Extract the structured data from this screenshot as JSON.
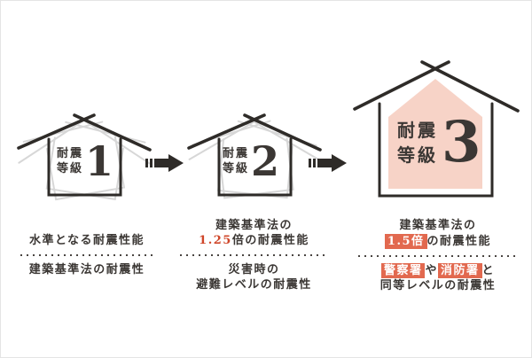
{
  "title": "seismic resistance grade comparison infographic",
  "colors": {
    "accent_salmon": "#e2694f",
    "house_fill_pink": "#f7d3c7",
    "red_number": "#cf4528",
    "outline_black": "#2e2b28",
    "ghost_gray": "#d7d7d7",
    "text_dark": "#3b3734"
  },
  "icons": {
    "house1": "house-outline-shaking-icon",
    "house2": "house-outline-shaking-icon",
    "house3": "house-filled-stable-icon",
    "arrow1": "arrow-right-icon",
    "arrow2": "arrow-right-icon"
  },
  "grades": [
    {
      "badge_line1": "耐震",
      "badge_line2": "等級",
      "number": "1",
      "desc": {
        "line1": "水準となる耐震性能",
        "line2": "建築基準法の耐震性"
      }
    },
    {
      "badge_line1": "耐震",
      "badge_line2": "等級",
      "number": "2",
      "desc": {
        "line1": "建築基準法の",
        "line2_highlight": "1.25",
        "line2_rest": "倍の耐震性能",
        "line3": "災害時の",
        "line4": "避難レベルの耐震性"
      }
    },
    {
      "badge_line1": "耐震",
      "badge_line2": "等級",
      "number": "3",
      "desc": {
        "line1": "建築基準法の",
        "line2_highlight": "1.5倍",
        "line2_rest": "の耐震性能",
        "line3_box1": "警察署",
        "line3_mid": "や",
        "line3_box2": "消防署",
        "line3_end": "と",
        "line4": "同等レベルの耐震性"
      }
    }
  ]
}
